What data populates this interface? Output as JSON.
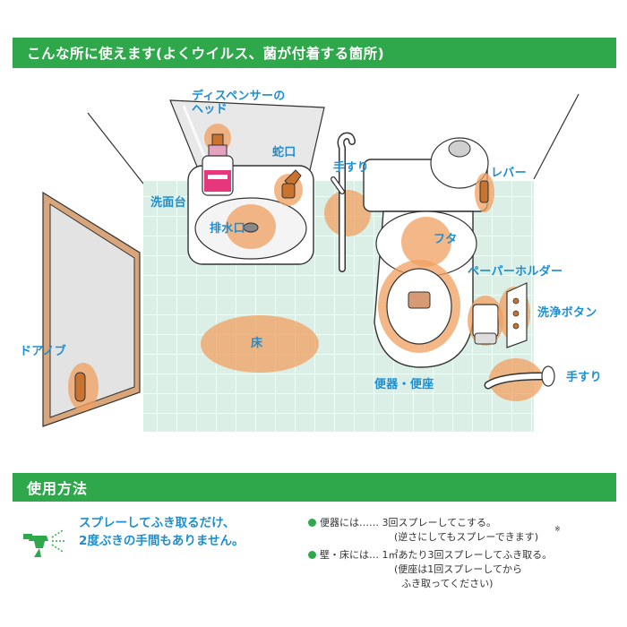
{
  "header": {
    "title": "こんな所に使えます(よくウイルス、菌が付着する箇所)"
  },
  "labels": {
    "dispenser_head": "ディスペンサーの\nヘッド",
    "faucet": "蛇口",
    "handrail_wall": "手すり",
    "lever": "レバー",
    "washbasin": "洗面台",
    "drain": "排水口",
    "lid": "フタ",
    "paper_holder": "ペーパーホルダー",
    "flush_button": "洗浄ボタン",
    "door_knob": "ドアノブ",
    "floor": "床",
    "toilet_seat": "便器・便座",
    "handrail_right": "手すり"
  },
  "usage": {
    "title": "使用方法",
    "tagline_line1": "スプレーしてふき取るだけ、",
    "tagline_line2": "2度ぶきの手間もありません。",
    "item1_label": "便器には……",
    "item1_text": "3回スプレーしてこする。",
    "item1_note": "(逆さにしてもスプレーできます)",
    "item1_mark": "※",
    "item2_label": "壁・床には…",
    "item2_text": "1㎡あたり3回スプレーしてふき取る。",
    "item2_note1": "(便座は1回スプレーしてから",
    "item2_note2": "ふき取ってください)"
  },
  "colors": {
    "banner": "#2ea84a",
    "label": "#1b8fd3",
    "highlight": "#f0a060",
    "tile": "#dcefe6"
  }
}
